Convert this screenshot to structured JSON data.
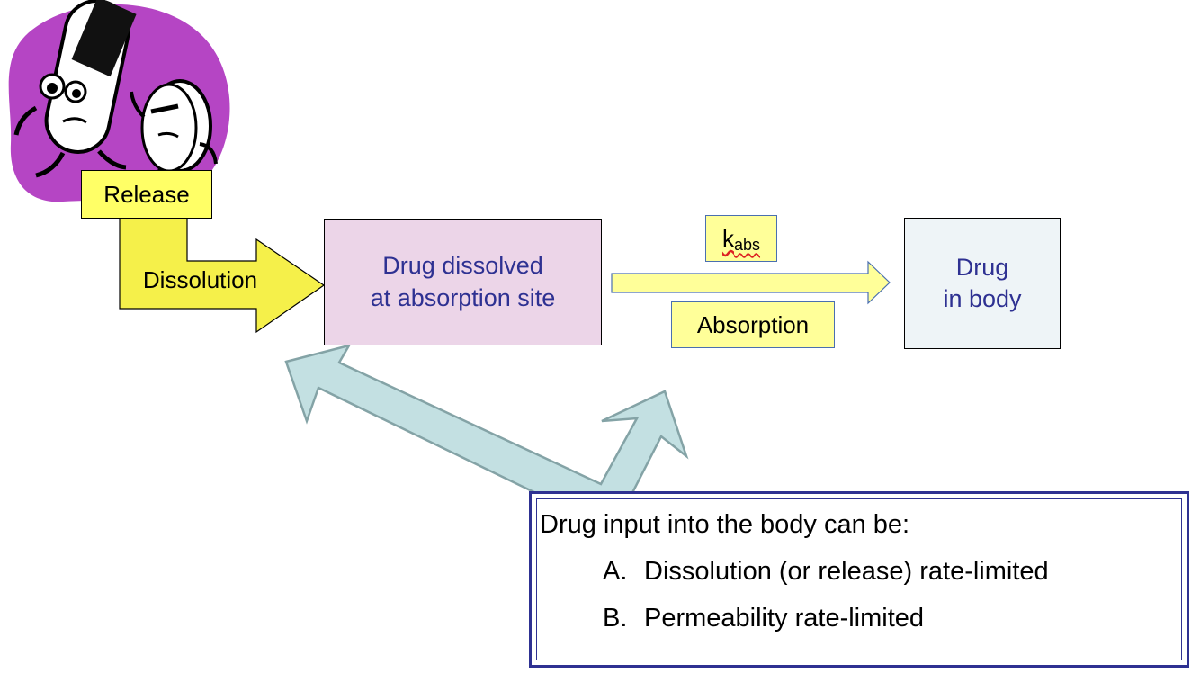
{
  "diagram": {
    "release_label": "Release",
    "dissolution_label": "Dissolution",
    "site_box": {
      "line1": "Drug dissolved",
      "line2": "at absorption site"
    },
    "body_box": {
      "line1": "Drug",
      "line2": "in body"
    },
    "rate_constant": {
      "main": "k",
      "subscript": "abs"
    },
    "absorption_label": "Absorption"
  },
  "note": {
    "heading": "Drug input into the body can be:",
    "items": [
      {
        "marker": "A.",
        "text": "Dissolution (or release) rate-limited"
      },
      {
        "marker": "B.",
        "text": "Permeability rate-limited"
      }
    ]
  },
  "colors": {
    "label_yellow": "#ffff66",
    "arrow_yellow": "#f5f04a",
    "site_fill": "#ecd5e8",
    "body_fill": "#eef4f7",
    "text_blue": "#2e3192",
    "teal_arrow": "#c3e0e2",
    "teal_stroke": "#84a3a6",
    "blob_purple": "#b545c4"
  }
}
